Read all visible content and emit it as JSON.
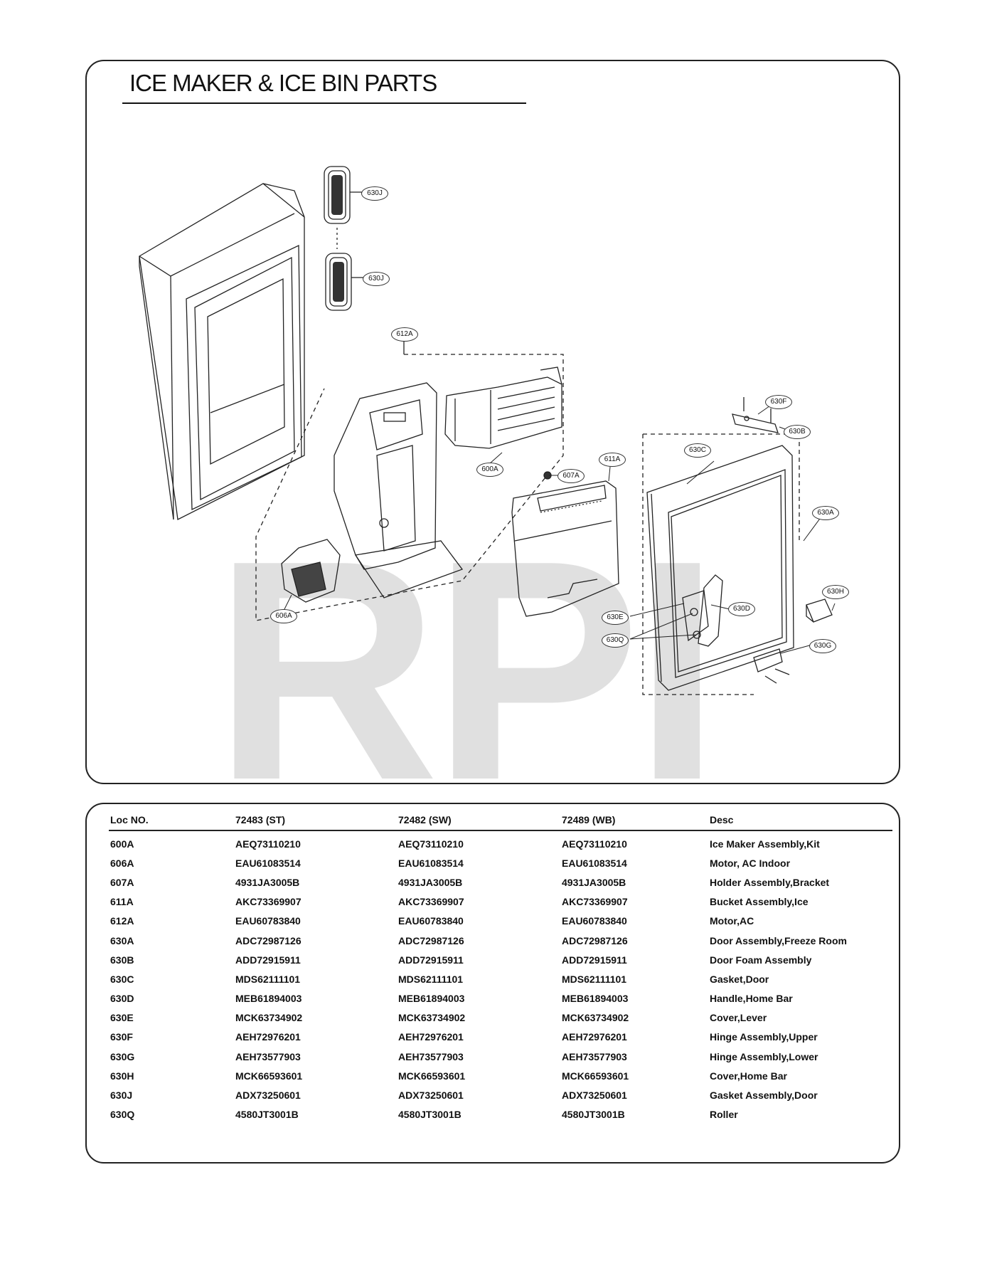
{
  "page": {
    "title": "ICE MAKER & ICE BIN PARTS",
    "watermark": "RPI"
  },
  "diagram": {
    "callouts": [
      {
        "id": "630J-top",
        "label": "630J"
      },
      {
        "id": "630J-bottom",
        "label": "630J"
      },
      {
        "id": "612A",
        "label": "612A"
      },
      {
        "id": "600A",
        "label": "600A"
      },
      {
        "id": "607A",
        "label": "607A"
      },
      {
        "id": "611A",
        "label": "611A"
      },
      {
        "id": "606A",
        "label": "606A"
      },
      {
        "id": "630F",
        "label": "630F"
      },
      {
        "id": "630B",
        "label": "630B"
      },
      {
        "id": "630C",
        "label": "630C"
      },
      {
        "id": "630A",
        "label": "630A"
      },
      {
        "id": "630D",
        "label": "630D"
      },
      {
        "id": "630E",
        "label": "630E"
      },
      {
        "id": "630Q",
        "label": "630Q"
      },
      {
        "id": "630H",
        "label": "630H"
      },
      {
        "id": "630G",
        "label": "630G"
      }
    ]
  },
  "table": {
    "headers": [
      "Loc NO.",
      "72483 (ST)",
      "72482 (SW)",
      "72489 (WB)",
      "Desc"
    ],
    "rows": [
      [
        "600A",
        "AEQ73110210",
        "AEQ73110210",
        "AEQ73110210",
        "Ice Maker Assembly,Kit"
      ],
      [
        "606A",
        "EAU61083514",
        "EAU61083514",
        "EAU61083514",
        "Motor, AC Indoor"
      ],
      [
        "607A",
        "4931JA3005B",
        "4931JA3005B",
        "4931JA3005B",
        "Holder Assembly,Bracket"
      ],
      [
        "611A",
        "AKC73369907",
        "AKC73369907",
        "AKC73369907",
        "Bucket Assembly,Ice"
      ],
      [
        "612A",
        "EAU60783840",
        "EAU60783840",
        "EAU60783840",
        "Motor,AC"
      ],
      [
        "630A",
        "ADC72987126",
        "ADC72987126",
        "ADC72987126",
        "Door Assembly,Freeze Room"
      ],
      [
        "630B",
        "ADD72915911",
        "ADD72915911",
        "ADD72915911",
        "Door Foam Assembly"
      ],
      [
        "630C",
        "MDS62111101",
        "MDS62111101",
        "MDS62111101",
        "Gasket,Door"
      ],
      [
        "630D",
        "MEB61894003",
        "MEB61894003",
        "MEB61894003",
        "Handle,Home Bar"
      ],
      [
        "630E",
        "MCK63734902",
        "MCK63734902",
        "MCK63734902",
        "Cover,Lever"
      ],
      [
        "630F",
        "AEH72976201",
        "AEH72976201",
        "AEH72976201",
        "Hinge Assembly,Upper"
      ],
      [
        "630G",
        "AEH73577903",
        "AEH73577903",
        "AEH73577903",
        "Hinge Assembly,Lower"
      ],
      [
        "630H",
        "MCK66593601",
        "MCK66593601",
        "MCK66593601",
        "Cover,Home Bar"
      ],
      [
        "630J",
        "ADX73250601",
        "ADX73250601",
        "ADX73250601",
        "Gasket Assembly,Door"
      ],
      [
        "630Q",
        "4580JT3001B",
        "4580JT3001B",
        "4580JT3001B",
        "Roller"
      ]
    ]
  }
}
